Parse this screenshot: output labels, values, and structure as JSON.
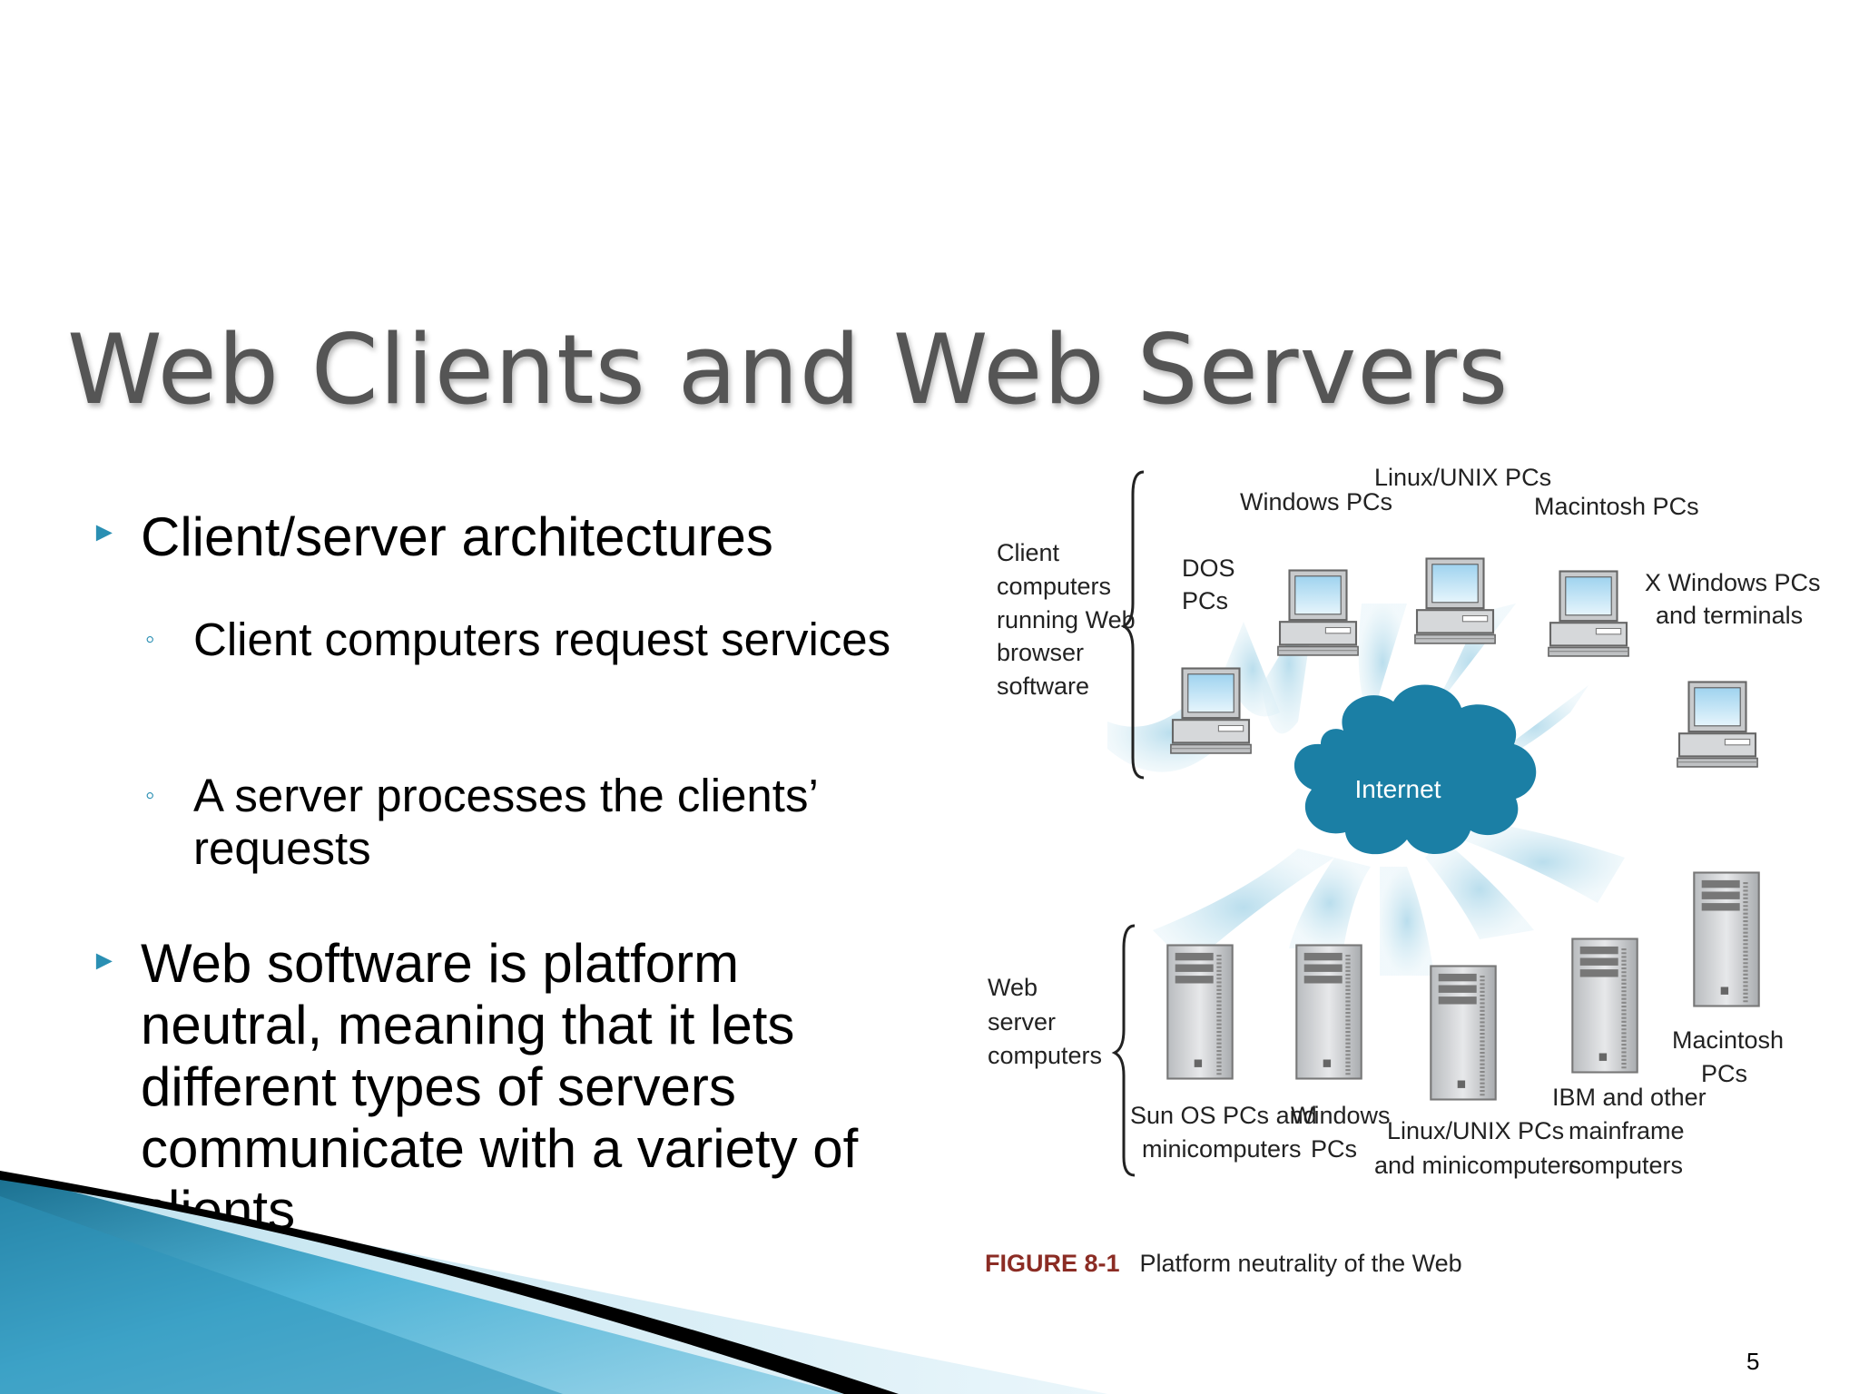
{
  "slide": {
    "title": "Web Clients and Web Servers",
    "page_number": "5"
  },
  "bullets": [
    {
      "text": "Client/server architectures",
      "sub": [
        "Client computers request services",
        "A server processes the clients’ requests"
      ]
    },
    {
      "text": "Web software is platform neutral, meaning that it lets different types of servers communicate with a variety of clients"
    }
  ],
  "figure": {
    "client_group_label": [
      "Client",
      "computers",
      "running Web",
      "browser",
      "software"
    ],
    "server_group_label": [
      "Web",
      "server",
      "computers"
    ],
    "cloud_label": "Internet",
    "clients": {
      "dos": [
        "DOS",
        "PCs"
      ],
      "windows": "Windows PCs",
      "linux": "Linux/UNIX PCs",
      "mac": "Macintosh PCs",
      "xwin": [
        "X Windows PCs",
        "and terminals"
      ]
    },
    "servers": {
      "sun": [
        "Sun OS PCs and",
        "minicomputers"
      ],
      "windows": [
        "Windows",
        "PCs"
      ],
      "linux": [
        "Linux/UNIX PCs",
        "and minicomputers"
      ],
      "ibm": [
        "IBM and other",
        "mainframe",
        "computers"
      ],
      "mac": [
        "Macintosh",
        "PCs"
      ]
    },
    "caption_number": "FIGURE 8-1",
    "caption_text": "Platform neutrality of the Web"
  },
  "colors": {
    "accent": "#2a8fb3",
    "cloud": "#1b7fa5",
    "caption_red": "#8b2c24"
  }
}
